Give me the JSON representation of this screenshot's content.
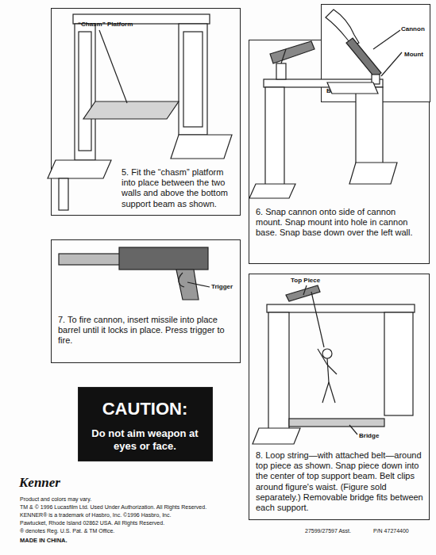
{
  "diagram": {
    "nodes": [
      {
        "text": [
          "5. Fit the “chasm” platform into place between the two walls and above the bottom support beam as shown."
        ]
      },
      {
        "text": [
          "6. Snap cannon onto side of cannon mount. Snap mount into hole in cannon base. Snap base down over the left wall."
        ]
      },
      {
        "text": [
          "Cannon",
          "Mount",
          "Base"
        ],
        "in": 1
      },
      {
        "text": [
          "7. To fire cannon, insert missile into place barrel until it locks in place. Press trigger to fire."
        ]
      },
      {
        "text": [
          "8. Loop string—with attached belt—around top piece as shown. Snap piece down into the center of top support beam. Belt clips around figure's waist. (Figure sold separately.) Removable bridge fits between each support."
        ]
      },
      {
        "text": [
          "CAUTION:",
          "Do not aim weapon at eyes or face."
        ]
      }
    ],
    "labels": [
      "“Chasm” Platform",
      "Trigger",
      "Top Piece",
      "Bridge",
      "Kenner",
      "Product and colors may vary.",
      "TM & © 1996 Lucasfilm Ltd. Used Under Authorization. All Rights Reserved.",
      "KENNER® is a trademark of Hasbro, Inc. ©1996 Hasbro, Inc.",
      "Pawtucket, Rhode Island 02862 USA. All Rights Reserved.",
      "® denotes Reg. U.S. Pat. & TM Office.",
      "MADE IN CHINA.",
      "27599/27597 Asst.",
      "P/N 47274400"
    ]
  }
}
